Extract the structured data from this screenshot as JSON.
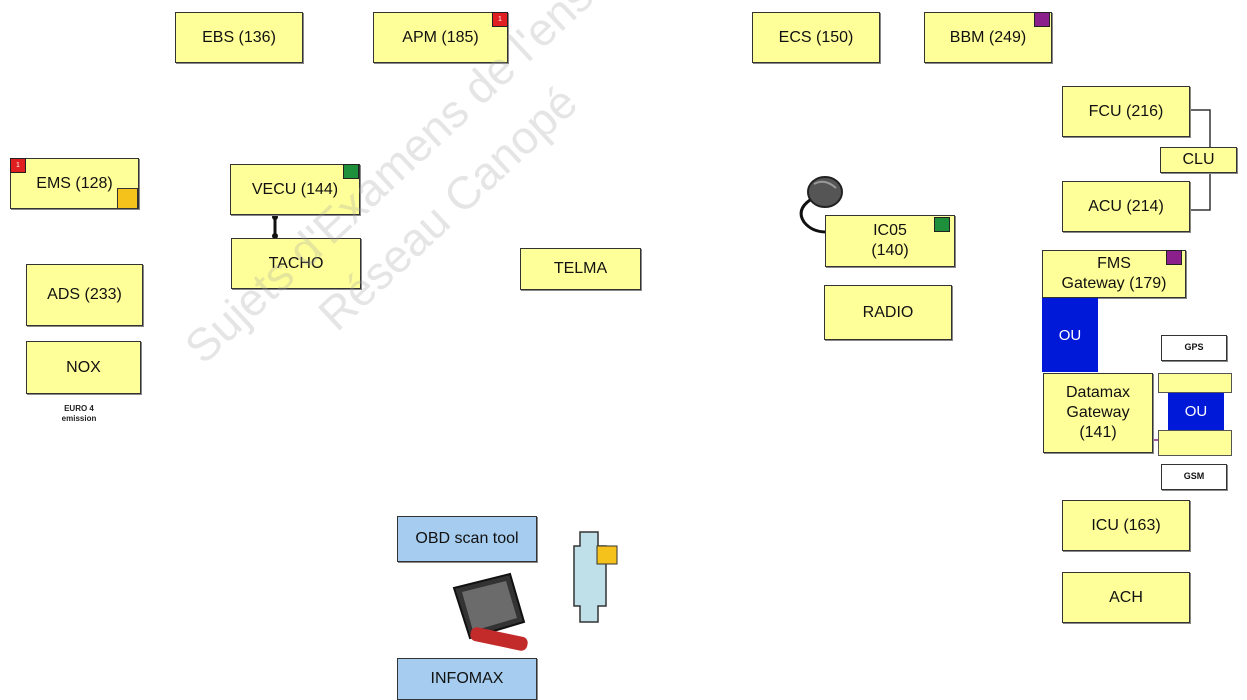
{
  "nodes": {
    "ebs": "EBS (136)",
    "apm": "APM (185)",
    "ecs": "ECS (150)",
    "bbm": "BBM (249)",
    "fcu": "FCU (216)",
    "clu": "CLU",
    "acu": "ACU (214)",
    "ems": "EMS (128)",
    "vecu": "VECU (144)",
    "tacho": "TACHO",
    "telma": "TELMA",
    "ic05_a": "IC05",
    "ic05_b": "(140)",
    "radio": "RADIO",
    "fms_a": "FMS",
    "fms_b": "Gateway (179)",
    "ou": "OU",
    "gps": "GPS",
    "datamax_a": "Datamax",
    "datamax_b": "Gateway",
    "datamax_c": "(141)",
    "gsm": "GSM",
    "ads": "ADS (233)",
    "nox": "NOX",
    "euro_a": "EURO 4",
    "euro_b": "emission",
    "icu": "ICU (163)",
    "ach": "ACH",
    "obd": "OBD scan tool",
    "infomax": "INFOMAX"
  },
  "tags": {
    "apm": "1",
    "ems": "1"
  },
  "watermark": {
    "line1": "Sujets d'Examens de l'enseignement",
    "line2": "Réseau Canopé"
  },
  "colors": {
    "node_fill": "#ffff99",
    "tool_fill": "#a6cdf0",
    "ou_fill": "#0018d8",
    "tag_red": "#e02020",
    "tag_green": "#1e8f3a",
    "tag_purple": "#8b1f8b",
    "connector": "#f5c21b"
  }
}
